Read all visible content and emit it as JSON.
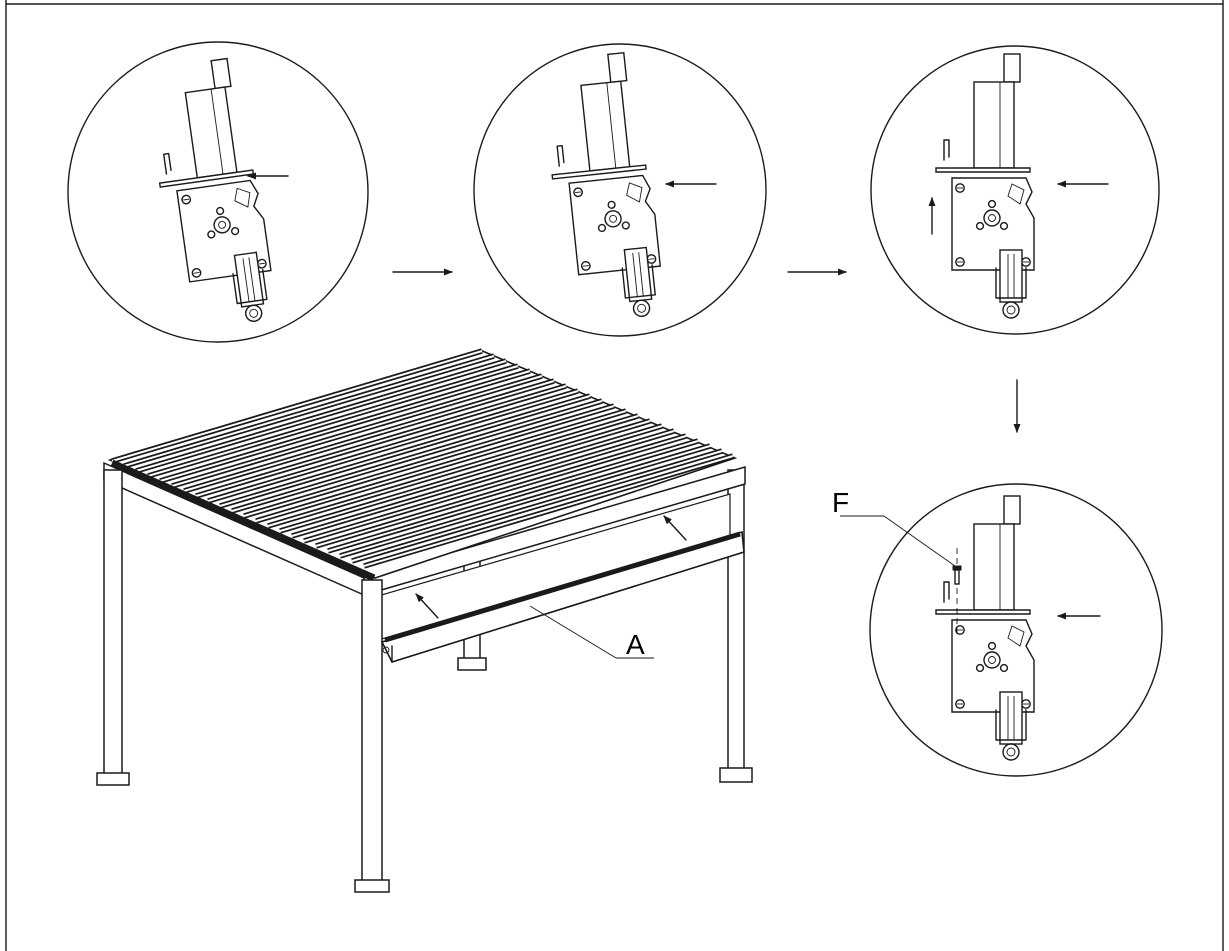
{
  "labels": {
    "part_a": "A",
    "part_f": "F"
  },
  "colors": {
    "line": "#1a1a1a",
    "background": "#ffffff"
  },
  "steps": [
    {
      "icon": "bracket-detail"
    },
    {
      "icon": "bracket-detail"
    },
    {
      "icon": "bracket-detail"
    },
    {
      "icon": "bracket-detail-with-screw"
    }
  ]
}
